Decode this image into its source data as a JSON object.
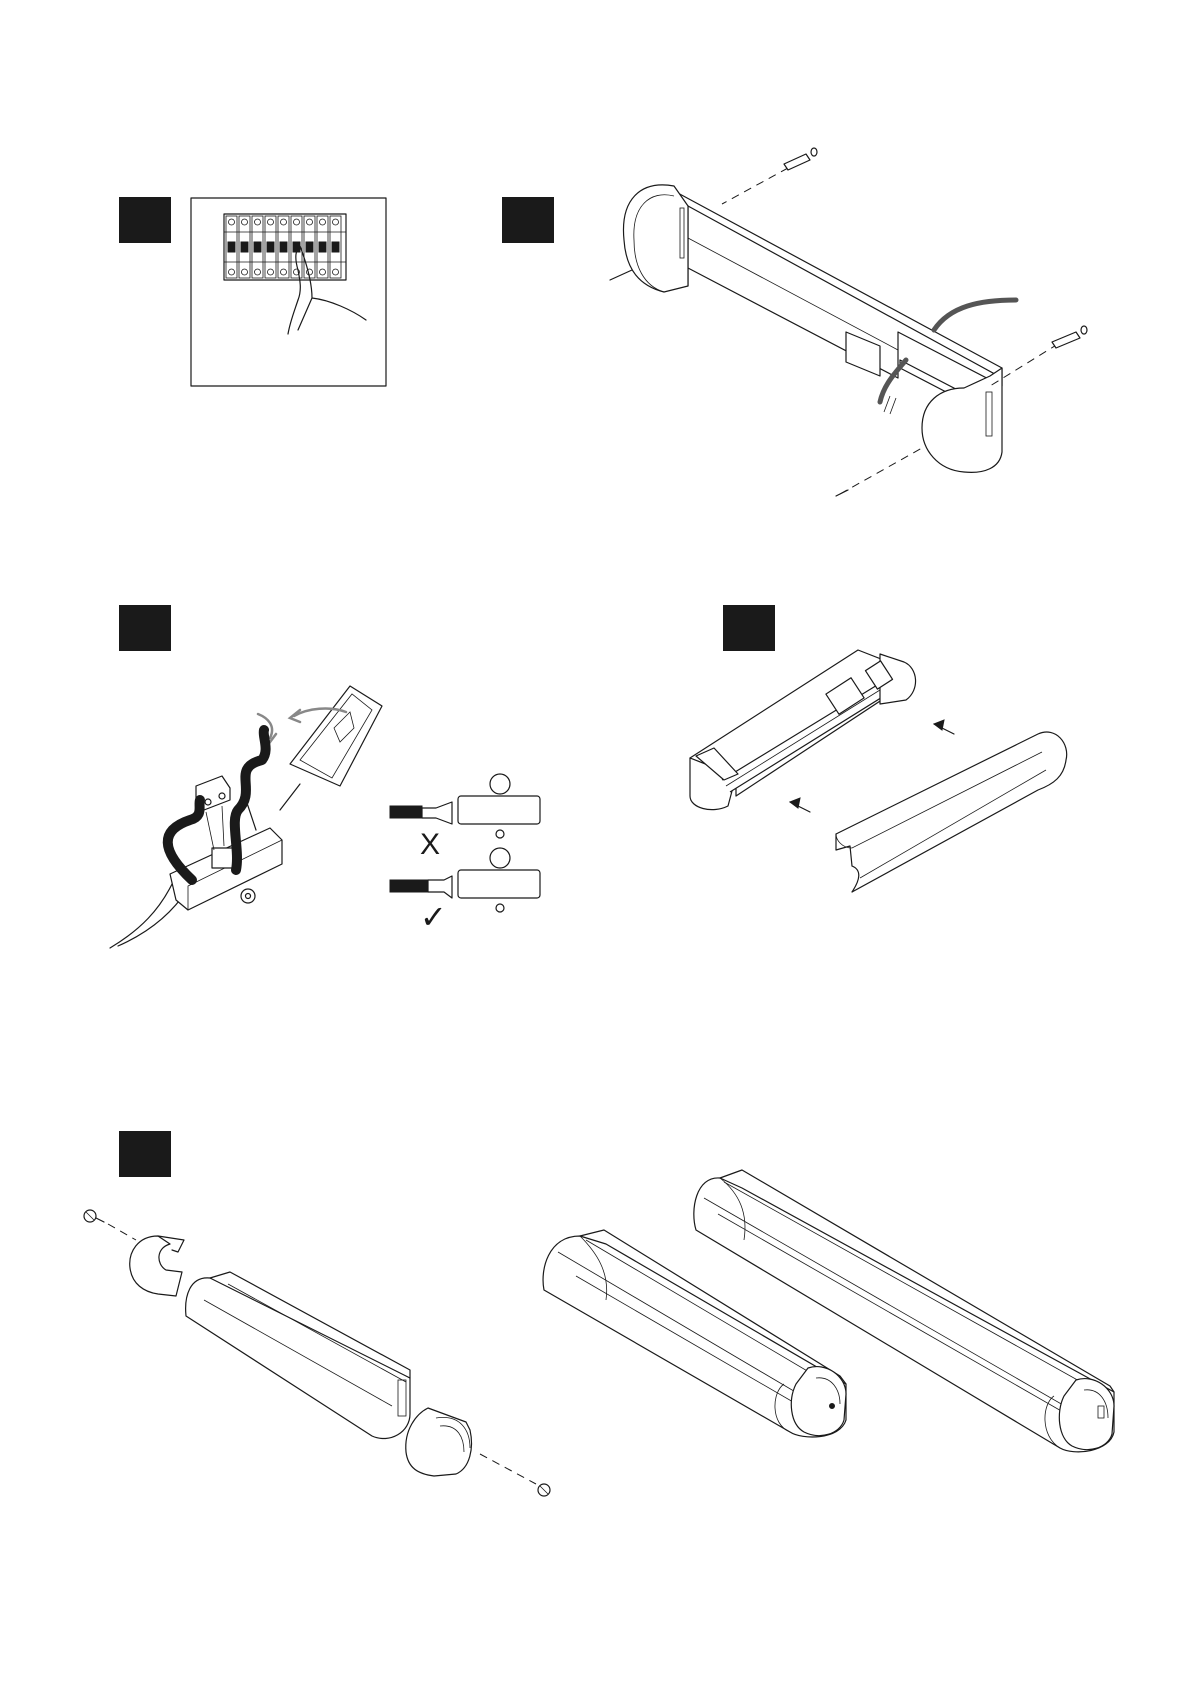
{
  "steps": [
    {
      "id": "step-1",
      "marker_color": "#1a1a1a",
      "illustration": "breaker-switch-off"
    },
    {
      "id": "step-2",
      "marker_color": "#1a1a1a",
      "illustration": "wall-mount-screws"
    },
    {
      "id": "step-3",
      "marker_color": "#1a1a1a",
      "illustration": "wiring-terminal-block"
    },
    {
      "id": "step-4",
      "marker_color": "#1a1a1a",
      "illustration": "tube-and-diffuser"
    },
    {
      "id": "step-5",
      "marker_color": "#1a1a1a",
      "illustration": "end-cap-assembly"
    }
  ],
  "wire_check": {
    "wrong_symbol": "X",
    "right_symbol": "✓"
  }
}
